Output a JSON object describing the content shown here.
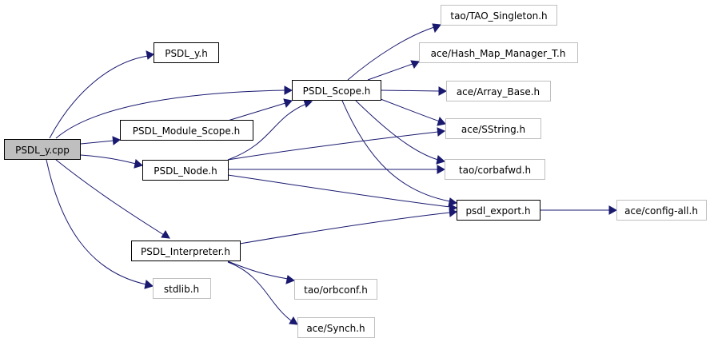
{
  "graph": {
    "nodes": {
      "psdl_y_cpp": {
        "label": "PSDL_y.cpp"
      },
      "psdl_y_h": {
        "label": "PSDL_y.h"
      },
      "psdl_scope_h": {
        "label": "PSDL_Scope.h"
      },
      "psdl_module_scope_h": {
        "label": "PSDL_Module_Scope.h"
      },
      "psdl_node_h": {
        "label": "PSDL_Node.h"
      },
      "psdl_interpreter_h": {
        "label": "PSDL_Interpreter.h"
      },
      "stdlib_h": {
        "label": "stdlib.h"
      },
      "tao_singleton_h": {
        "label": "tao/TAO_Singleton.h"
      },
      "hash_map_manager_h": {
        "label": "ace/Hash_Map_Manager_T.h"
      },
      "array_base_h": {
        "label": "ace/Array_Base.h"
      },
      "sstring_h": {
        "label": "ace/SString.h"
      },
      "corbafwd_h": {
        "label": "tao/corbafwd.h"
      },
      "psdl_export_h": {
        "label": "psdl_export.h"
      },
      "config_all_h": {
        "label": "ace/config-all.h"
      },
      "orbconf_h": {
        "label": "tao/orbconf.h"
      },
      "synch_h": {
        "label": "ace/Synch.h"
      }
    }
  }
}
